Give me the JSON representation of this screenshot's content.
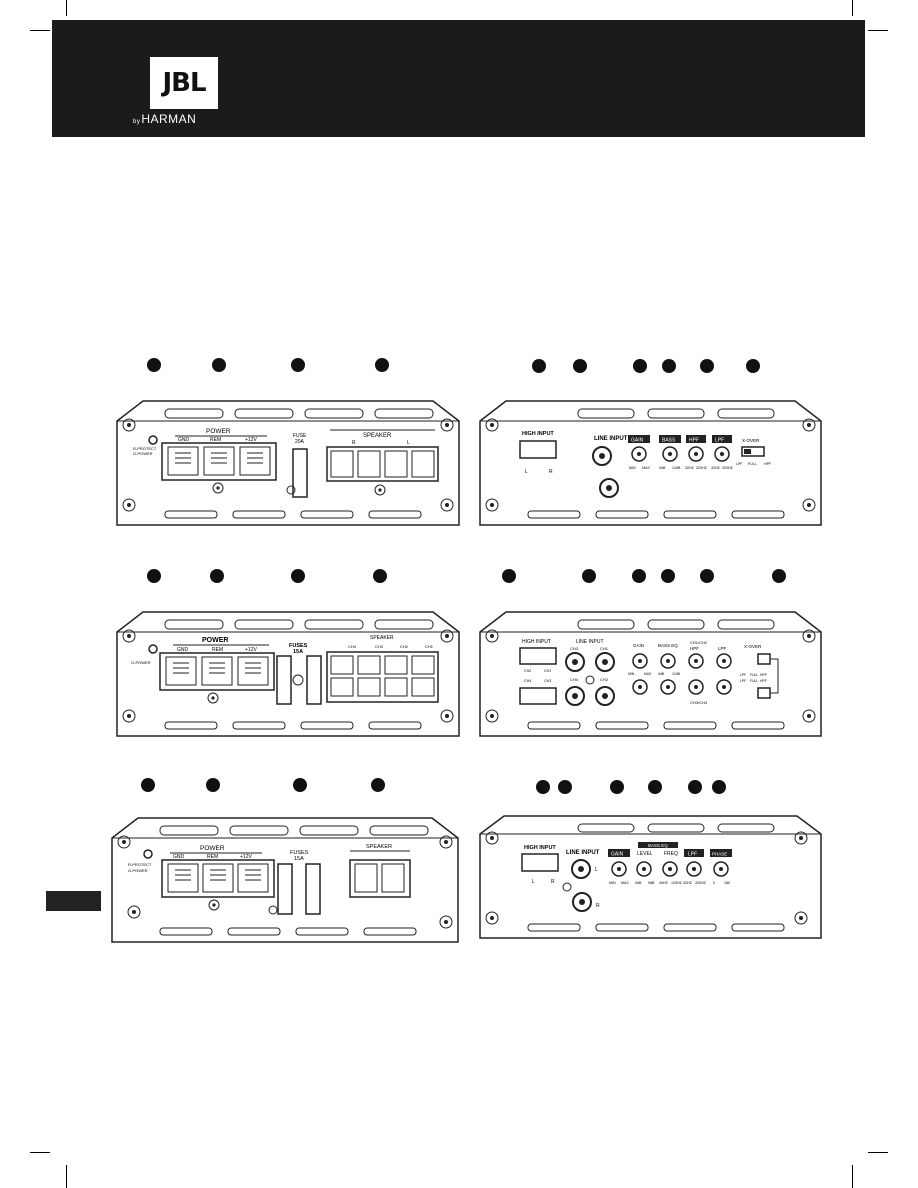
{
  "header": {
    "logo_text": "JBL",
    "brand_prefix": "by",
    "brand_name": "HARMAN",
    "background": "#1b1b1b"
  },
  "panels": {
    "p1_power": {
      "indicator": [
        "R-PROTECT",
        "G-POWER"
      ],
      "power_label": "POWER",
      "terminals": [
        "GND",
        "REM",
        "+12V"
      ],
      "fuse": [
        "FUSE",
        "20A"
      ],
      "speaker_label": "SPEAKER",
      "speaker_polarity": [
        "R",
        "L"
      ]
    },
    "p1_input": {
      "high_input": "HIGH INPUT",
      "high_input_pins": [
        "L",
        "R"
      ],
      "line_input": "LINE INPUT",
      "gain": "GAIN",
      "bass": "BASS",
      "hpf": "HPF",
      "lpf": "LPF",
      "xover": "X-OVER",
      "gain_range": [
        "MIN",
        "MAX"
      ],
      "bass_range": [
        "0dB",
        "12dB"
      ],
      "hpf_range": [
        "32HZ",
        "320HZ"
      ],
      "lpf_range": [
        "32HZ",
        "320HZ"
      ],
      "xover_options": [
        "LPF",
        "FULL",
        "HPF"
      ]
    },
    "p2_power": {
      "indicator": [
        "G-POWER"
      ],
      "power_label": "POWER",
      "terminals": [
        "GND",
        "REM",
        "+12V"
      ],
      "fuses": [
        "FUSES",
        "15A"
      ],
      "speaker_label": "SPEAKER",
      "channels": [
        "CH4",
        "CH3",
        "CH2",
        "CH1"
      ]
    },
    "p2_input": {
      "high_input": "HIGH INPUT",
      "line_input": "LINE INPUT",
      "channels_top": [
        "CH3",
        "CH1"
      ],
      "channels_bottom": [
        "CH4",
        "CH2"
      ],
      "hi_pins_top": [
        "CH2",
        "CH1"
      ],
      "hi_pins_bottom": [
        "CH4",
        "CH3"
      ],
      "gain": "GAIN",
      "bass_eq": "BASS EQ",
      "ch12": "CH1/CH2",
      "hpf": "HPF",
      "lpf": "LPF",
      "xover": "X-OVER",
      "ch34": "CH3/CH4",
      "gain_range": [
        "MIN",
        "MAX"
      ],
      "bass_range": [
        "0dB",
        "12dB"
      ],
      "xover_top": [
        "LPF",
        "FULL",
        "HPF"
      ],
      "xover_bottom": [
        "LPF",
        "FULL",
        "HPF"
      ]
    },
    "p3_power": {
      "indicator": [
        "R-PROTECT",
        "G-POWER"
      ],
      "power_label": "POWER",
      "terminals": [
        "GND",
        "REM",
        "+12V"
      ],
      "fuses": [
        "FUSES",
        "15A"
      ],
      "speaker_label": "SPEAKER"
    },
    "p3_input": {
      "high_input": "HIGH INPUT",
      "high_input_pins": [
        "L",
        "R"
      ],
      "line_input": "LINE INPUT",
      "line_channels": [
        "L",
        "R"
      ],
      "gain": "GAIN",
      "bass_eq": "BASS EQ",
      "level": "LEVEL",
      "freq": "FREQ",
      "lpf": "LPF",
      "phase": "PHASE",
      "gain_range": [
        "MIN",
        "MAX"
      ],
      "level_range": [
        "0dB",
        "9dB"
      ],
      "freq_range": [
        "40HZ",
        "120HZ"
      ],
      "lpf_range": [
        "32HZ",
        "320HZ"
      ],
      "phase_range": [
        "0",
        "180"
      ]
    }
  },
  "colors": {
    "ink": "#111111",
    "panel_fill": "#ffffff",
    "tab": "#222222"
  }
}
